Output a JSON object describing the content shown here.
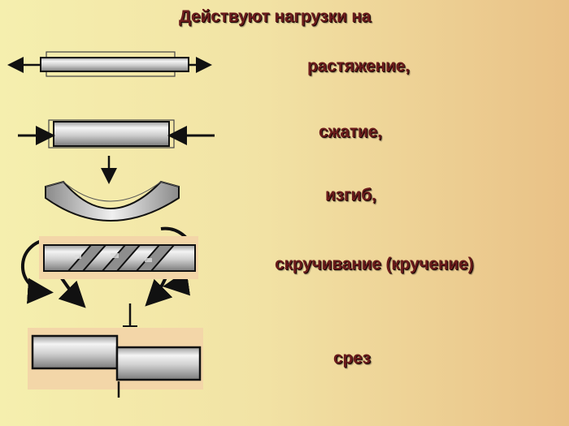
{
  "title": "Действуют нагрузки на",
  "loads": [
    {
      "label": "растяжение,",
      "icon": "tension-rod-icon"
    },
    {
      "label": "сжатие,",
      "icon": "compression-rod-icon"
    },
    {
      "label": "изгиб,",
      "icon": "bending-beam-icon"
    },
    {
      "label": "скручивание (кручение)",
      "icon": "torsion-rod-icon"
    },
    {
      "label": "срез",
      "icon": "shear-blocks-icon"
    }
  ]
}
